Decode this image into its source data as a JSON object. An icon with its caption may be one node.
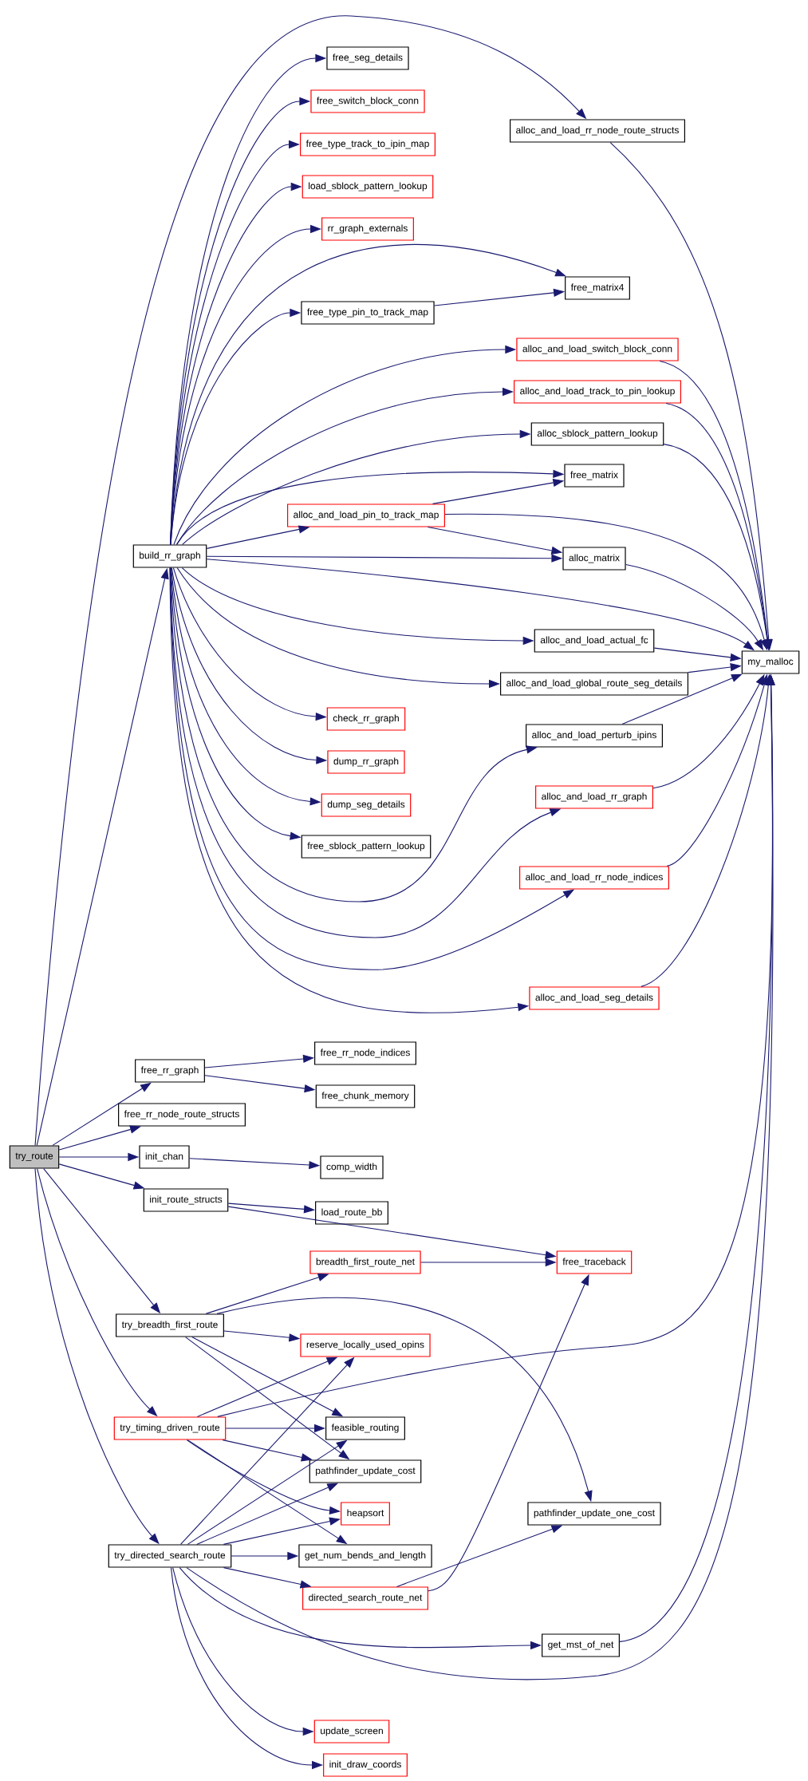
{
  "diagram": {
    "nodes": [
      {
        "text": [
          "try_route"
        ]
      },
      {
        "text": [
          "build_rr_graph"
        ]
      },
      {
        "text": [
          "free_seg_details"
        ]
      },
      {
        "text": [
          "free_switch_block_conn"
        ]
      },
      {
        "text": [
          "free_type_track_to_ipin_map"
        ]
      },
      {
        "text": [
          "load_sblock_pattern_lookup"
        ]
      },
      {
        "text": [
          "rr_graph_externals"
        ]
      },
      {
        "text": [
          "free_type_pin_to_track_map"
        ]
      },
      {
        "text": [
          "alloc_and_load_rr_node_route_structs"
        ]
      },
      {
        "text": [
          "free_matrix4"
        ]
      },
      {
        "text": [
          "alloc_and_load_switch_block_conn"
        ]
      },
      {
        "text": [
          "alloc_and_load_track_to_pin_lookup"
        ]
      },
      {
        "text": [
          "alloc_sblock_pattern_lookup"
        ]
      },
      {
        "text": [
          "free_matrix"
        ]
      },
      {
        "text": [
          "alloc_and_load_pin_to_track_map"
        ]
      },
      {
        "text": [
          "alloc_matrix"
        ]
      },
      {
        "text": [
          "alloc_and_load_actual_fc"
        ]
      },
      {
        "text": [
          "alloc_and_load_global_route_seg_details"
        ]
      },
      {
        "text": [
          "my_malloc"
        ]
      },
      {
        "text": [
          "check_rr_graph"
        ]
      },
      {
        "text": [
          "dump_rr_graph"
        ]
      },
      {
        "text": [
          "alloc_and_load_perturb_ipins"
        ]
      },
      {
        "text": [
          "dump_seg_details"
        ]
      },
      {
        "text": [
          "alloc_and_load_rr_graph"
        ]
      },
      {
        "text": [
          "free_sblock_pattern_lookup"
        ]
      },
      {
        "text": [
          "alloc_and_load_rr_node_indices"
        ]
      },
      {
        "text": [
          "alloc_and_load_seg_details"
        ]
      },
      {
        "text": [
          "free_rr_graph"
        ]
      },
      {
        "text": [
          "free_rr_node_indices"
        ]
      },
      {
        "text": [
          "free_chunk_memory"
        ]
      },
      {
        "text": [
          "free_rr_node_route_structs"
        ]
      },
      {
        "text": [
          "init_chan"
        ]
      },
      {
        "text": [
          "comp_width"
        ]
      },
      {
        "text": [
          "init_route_structs"
        ]
      },
      {
        "text": [
          "load_route_bb"
        ]
      },
      {
        "text": [
          "breadth_first_route_net"
        ]
      },
      {
        "text": [
          "free_traceback"
        ]
      },
      {
        "text": [
          "try_breadth_first_route"
        ]
      },
      {
        "text": [
          "reserve_locally_used_opins"
        ]
      },
      {
        "text": [
          "try_timing_driven_route"
        ]
      },
      {
        "text": [
          "feasible_routing"
        ]
      },
      {
        "text": [
          "pathfinder_update_cost"
        ]
      },
      {
        "text": [
          "heapsort"
        ]
      },
      {
        "text": [
          "pathfinder_update_one_cost"
        ]
      },
      {
        "text": [
          "try_directed_search_route"
        ]
      },
      {
        "text": [
          "get_num_bends_and_length"
        ]
      },
      {
        "text": [
          "directed_search_route_net"
        ]
      },
      {
        "text": [
          "get_mst_of_net"
        ]
      },
      {
        "text": [
          "update_screen"
        ]
      },
      {
        "text": [
          "init_draw_coords"
        ]
      }
    ],
    "edges": [
      {
        "from": 0,
        "to": 1,
        "arrow": "to"
      },
      {
        "from": 0,
        "to": 8,
        "arrow": "to"
      },
      {
        "from": 0,
        "to": 27,
        "arrow": "to"
      },
      {
        "from": 0,
        "to": 30,
        "arrow": "to"
      },
      {
        "from": 0,
        "to": 31,
        "arrow": "to"
      },
      {
        "from": 0,
        "to": 33,
        "arrow": "to"
      },
      {
        "from": 0,
        "to": 37,
        "arrow": "to"
      },
      {
        "from": 0,
        "to": 39,
        "arrow": "to"
      },
      {
        "from": 0,
        "to": 44,
        "arrow": "to"
      },
      {
        "from": 1,
        "to": 2,
        "arrow": "to"
      },
      {
        "from": 1,
        "to": 3,
        "arrow": "to"
      },
      {
        "from": 1,
        "to": 4,
        "arrow": "to"
      },
      {
        "from": 1,
        "to": 5,
        "arrow": "to"
      },
      {
        "from": 1,
        "to": 6,
        "arrow": "to"
      },
      {
        "from": 1,
        "to": 9,
        "arrow": "to"
      },
      {
        "from": 1,
        "to": 7,
        "arrow": "to"
      },
      {
        "from": 1,
        "to": 10,
        "arrow": "to"
      },
      {
        "from": 1,
        "to": 11,
        "arrow": "to"
      },
      {
        "from": 1,
        "to": 12,
        "arrow": "to"
      },
      {
        "from": 1,
        "to": 13,
        "arrow": "to"
      },
      {
        "from": 1,
        "to": 14,
        "arrow": "to"
      },
      {
        "from": 1,
        "to": 15,
        "arrow": "to"
      },
      {
        "from": 1,
        "to": 18,
        "arrow": "to"
      },
      {
        "from": 1,
        "to": 16,
        "arrow": "to"
      },
      {
        "from": 1,
        "to": 17,
        "arrow": "to"
      },
      {
        "from": 1,
        "to": 19,
        "arrow": "to"
      },
      {
        "from": 1,
        "to": 20,
        "arrow": "to"
      },
      {
        "from": 1,
        "to": 22,
        "arrow": "to"
      },
      {
        "from": 1,
        "to": 24,
        "arrow": "to"
      },
      {
        "from": 1,
        "to": 21,
        "arrow": "to"
      },
      {
        "from": 1,
        "to": 23,
        "arrow": "to"
      },
      {
        "from": 1,
        "to": 25,
        "arrow": "to"
      },
      {
        "from": 1,
        "to": 26,
        "arrow": "to"
      },
      {
        "from": 7,
        "to": 9,
        "arrow": "to"
      },
      {
        "from": 8,
        "to": 18,
        "arrow": "to"
      },
      {
        "from": 10,
        "to": 18,
        "arrow": "to"
      },
      {
        "from": 11,
        "to": 18,
        "arrow": "to"
      },
      {
        "from": 12,
        "to": 18,
        "arrow": "to"
      },
      {
        "from": 14,
        "to": 13,
        "arrow": "to"
      },
      {
        "from": 14,
        "to": 15,
        "arrow": "to"
      },
      {
        "from": 14,
        "to": 18,
        "arrow": "to"
      },
      {
        "from": 15,
        "to": 18,
        "arrow": "to"
      },
      {
        "from": 16,
        "to": 18,
        "arrow": "to"
      },
      {
        "from": 17,
        "to": 18,
        "arrow": "to"
      },
      {
        "from": 21,
        "to": 18,
        "arrow": "to"
      },
      {
        "from": 23,
        "to": 18,
        "arrow": "to"
      },
      {
        "from": 25,
        "to": 18,
        "arrow": "to"
      },
      {
        "from": 26,
        "to": 18,
        "arrow": "to"
      },
      {
        "from": 27,
        "to": 28,
        "arrow": "to"
      },
      {
        "from": 27,
        "to": 29,
        "arrow": "to"
      },
      {
        "from": 31,
        "to": 32,
        "arrow": "to"
      },
      {
        "from": 33,
        "to": 34,
        "arrow": "to"
      },
      {
        "from": 33,
        "to": 36,
        "arrow": "to"
      },
      {
        "from": 35,
        "to": 36,
        "arrow": "to"
      },
      {
        "from": 37,
        "to": 35,
        "arrow": "to"
      },
      {
        "from": 37,
        "to": 38,
        "arrow": "to"
      },
      {
        "from": 37,
        "to": 40,
        "arrow": "to"
      },
      {
        "from": 37,
        "to": 41,
        "arrow": "to"
      },
      {
        "from": 37,
        "to": 43,
        "arrow": "to"
      },
      {
        "from": 39,
        "to": 18,
        "arrow": "to"
      },
      {
        "from": 39,
        "to": 38,
        "arrow": "to"
      },
      {
        "from": 39,
        "to": 40,
        "arrow": "to"
      },
      {
        "from": 39,
        "to": 41,
        "arrow": "to"
      },
      {
        "from": 39,
        "to": 42,
        "arrow": "to"
      },
      {
        "from": 39,
        "to": 45,
        "arrow": "to"
      },
      {
        "from": 44,
        "to": 38,
        "arrow": "to"
      },
      {
        "from": 44,
        "to": 40,
        "arrow": "to"
      },
      {
        "from": 44,
        "to": 41,
        "arrow": "to"
      },
      {
        "from": 44,
        "to": 42,
        "arrow": "to"
      },
      {
        "from": 44,
        "to": 45,
        "arrow": "to"
      },
      {
        "from": 44,
        "to": 46,
        "arrow": "to"
      },
      {
        "from": 44,
        "to": 18,
        "arrow": "to"
      },
      {
        "from": 44,
        "to": 47,
        "arrow": "to"
      },
      {
        "from": 44,
        "to": 48,
        "arrow": "to"
      },
      {
        "from": 44,
        "to": 49,
        "arrow": "to"
      },
      {
        "from": 46,
        "to": 36,
        "arrow": "to"
      },
      {
        "from": 46,
        "to": 43,
        "arrow": "to"
      },
      {
        "from": 47,
        "to": 18,
        "arrow": "to"
      }
    ]
  }
}
